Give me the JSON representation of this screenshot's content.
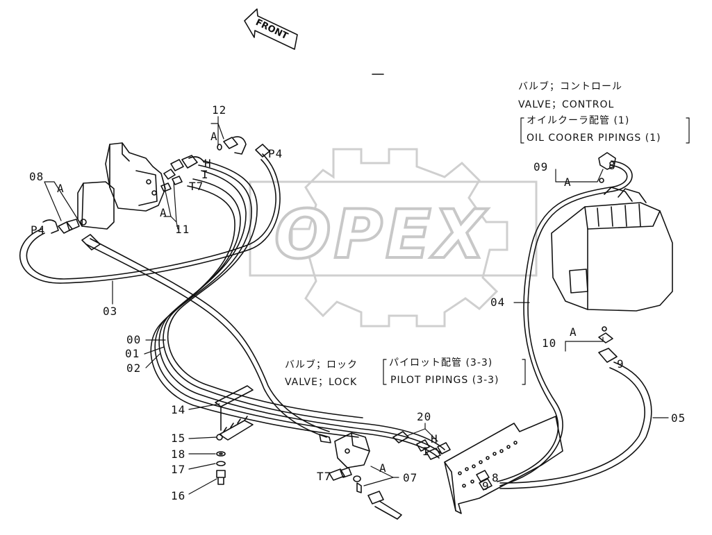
{
  "front_label": "FRONT",
  "watermark": "OPEX",
  "callouts": {
    "c12": "12",
    "a_top": "A",
    "p4_top": "P4",
    "h_top": "H",
    "i_top": "I",
    "t7_top": "T7",
    "c08": "08",
    "a_left": "A",
    "a_valve": "A",
    "c11": "11",
    "p4_left": "P4",
    "c03": "03",
    "c00": "00",
    "c01": "01",
    "c02": "02",
    "c14": "14",
    "c15": "15",
    "c18": "18",
    "c17": "17",
    "c16": "16",
    "c09": "09",
    "a_right_top": "A",
    "c8_top": "8",
    "c04": "04",
    "c10": "10",
    "a_right_mid": "A",
    "c9_right": "9",
    "c05": "05",
    "c20": "20",
    "h_bottom": "H",
    "i_bottom": "I",
    "t7_bottom": "T7",
    "a_bottom": "A",
    "c07": "07",
    "c8_bottom": "8",
    "c9_bottom": "9"
  },
  "notes": {
    "control_jp": "バルブ；コントロール",
    "control_en": "VALVE；CONTROL",
    "oil_jp": "オイルクーラ配管 (1)",
    "oil_en": "OIL COORER PIPINGS (1)",
    "lock_jp": "バルブ；ロック",
    "lock_en": "VALVE；LOCK",
    "pilot_jp": "パイロット配管 (3-3)",
    "pilot_en": "PILOT PIPINGS (3-3)"
  }
}
